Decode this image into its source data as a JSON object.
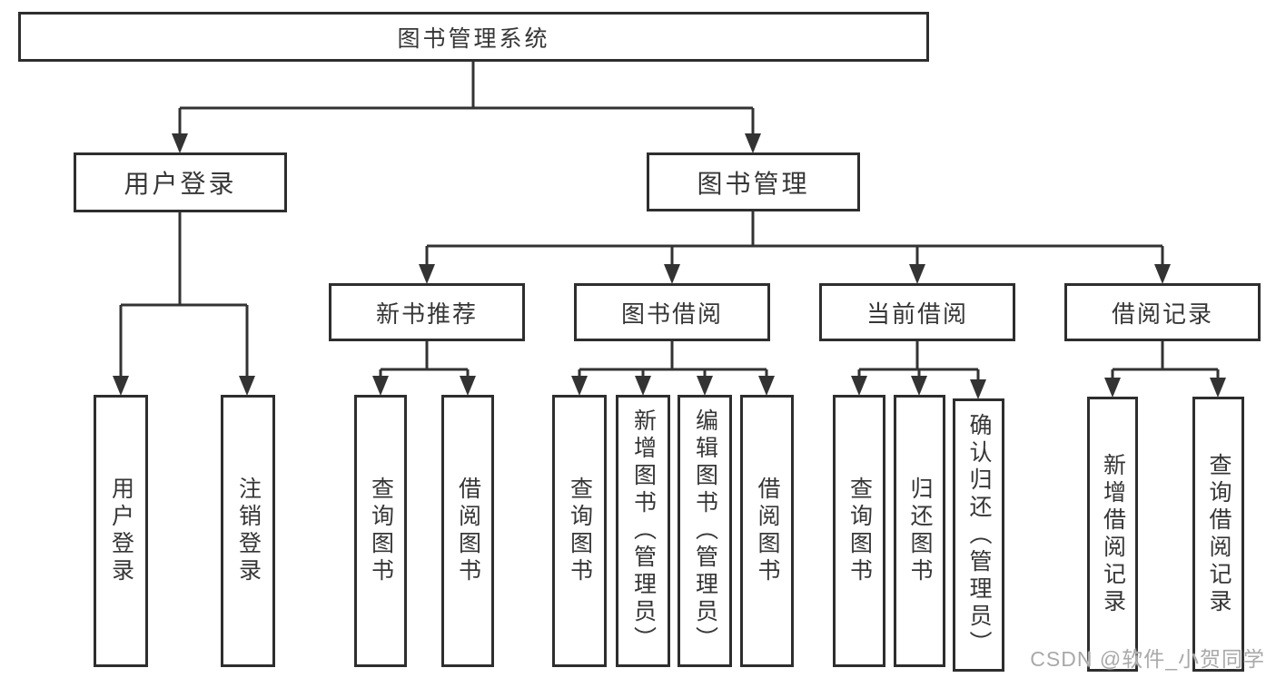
{
  "diagram": {
    "title": "图书管理系统",
    "level2": [
      "用户登录",
      "图书管理"
    ],
    "level3": [
      "新书推荐",
      "图书借阅",
      "当前借阅",
      "借阅记录"
    ],
    "leaves": {
      "login": [
        "用户登录",
        "注销登录"
      ],
      "recommend": [
        "查询图书",
        "借阅图书"
      ],
      "borrow": [
        "查询图书",
        "新增图书（管理员）",
        "编辑图书（管理员）",
        "借阅图书"
      ],
      "current": [
        "查询图书",
        "归还图书",
        "确认归还（管理员）"
      ],
      "records": [
        "新增借阅记录",
        "查询借阅记录"
      ]
    }
  },
  "watermark": "CSDN @软件_小贺同学",
  "colors": {
    "line": "#333333",
    "box_border": "#2e2e2e",
    "text": "#363636",
    "watermark": "#a9a9a9",
    "background": "#ffffff"
  }
}
